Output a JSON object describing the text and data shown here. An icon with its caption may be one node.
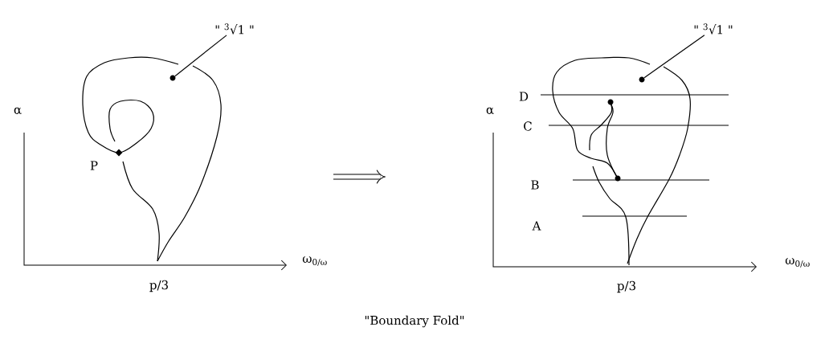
{
  "diagram": {
    "caption": "\"Boundary Fold\"",
    "nodes": [
      {
        "text": [
          "\" $^{3}$√1 \""
        ]
      },
      {
        "text": [],
        "shape": "circle"
      },
      {
        "text": [
          "\" $^{3}$√1 \""
        ]
      },
      {
        "text": [],
        "shape": "circle"
      }
    ],
    "edges": [
      {
        "from": 0,
        "to": 1,
        "arrow": "none"
      },
      {
        "from": 2,
        "to": 3,
        "arrow": "none"
      }
    ],
    "labels": [
      "α",
      "P",
      "ω$_{0/ω}$",
      "p/3",
      "D",
      "α",
      "C",
      "B",
      "A",
      "ω$_{0/ω}$",
      "p/3"
    ]
  }
}
